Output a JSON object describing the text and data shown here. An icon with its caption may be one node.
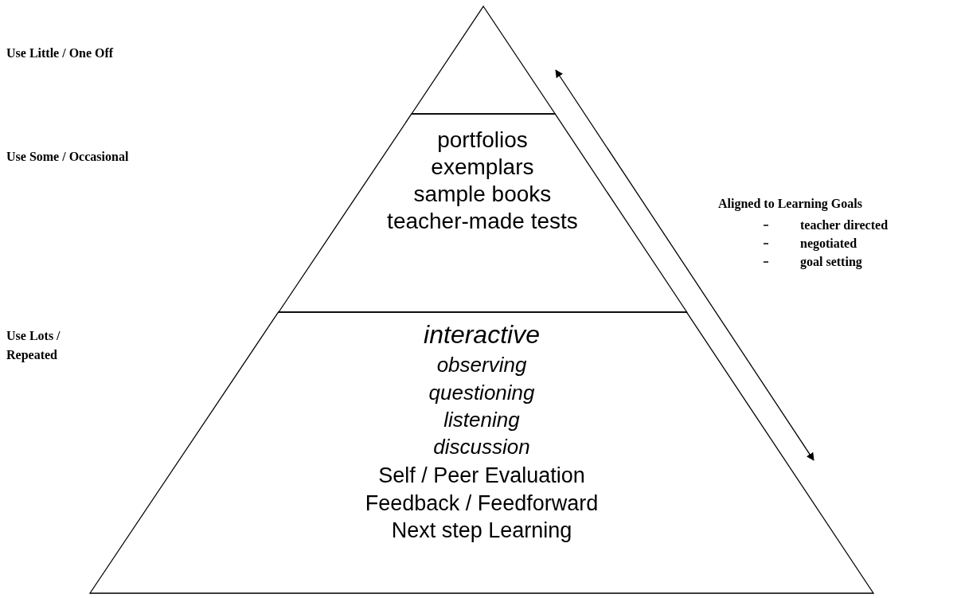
{
  "diagram": {
    "nodes": [
      {
        "text": [],
        "shape": "triangle"
      },
      {
        "text": [
          "portfolios",
          "exemplars",
          "sample books",
          "teacher-made tests"
        ]
      },
      {
        "text": [
          "interactive",
          "observing",
          "questioning",
          "listening",
          "discussion",
          "Self / Peer Evaluation",
          "Feedback / Feedforward",
          "Next step Learning"
        ]
      }
    ],
    "edges": [],
    "labels": [
      "Use Little / One Off",
      "Use Some / Occasional",
      "Use Lots / Repeated",
      "Aligned to Learning Goals",
      "teacher directed",
      "negotiated",
      "goal setting"
    ]
  }
}
